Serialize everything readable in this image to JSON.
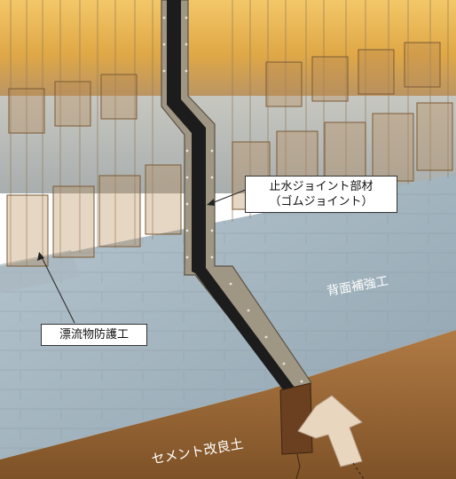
{
  "labels": {
    "joint_line1": "止水ジョイント部材",
    "joint_line2": "（ゴムジョイント）",
    "debris": "漂流物防護工",
    "backfill": "背面補強工",
    "cement": "セメント改良土"
  },
  "colors": {
    "upper_wall": "#e8b24a",
    "concrete": "#aeb8bd",
    "backfill_concrete": "#9fb0bb",
    "cement_soil": "#9c6a38",
    "rubber_joint": "#1c1c1c",
    "arrow": "#e9d6bf"
  }
}
